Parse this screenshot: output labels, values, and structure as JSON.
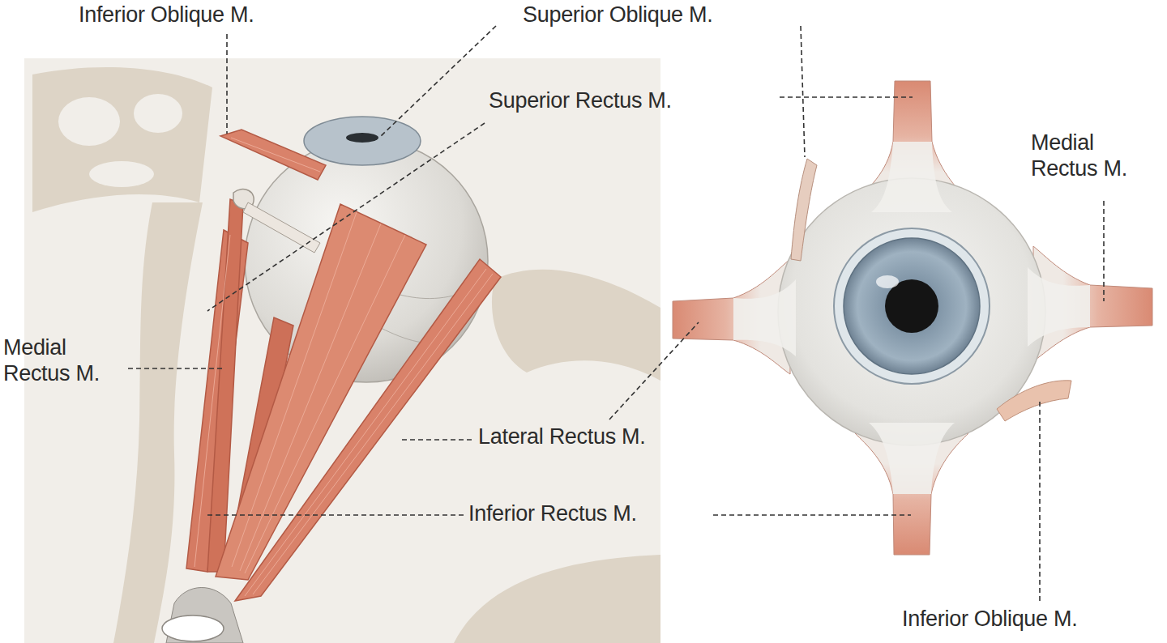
{
  "diagram": {
    "labels": [
      "Inferior Oblique M.",
      "Superior Oblique M.",
      "Superior Rectus M.",
      "Medial Rectus M.",
      "Medial Rectus M.",
      "Lateral Rectus M.",
      "Inferior Rectus M.",
      "Inferior Oblique M."
    ]
  }
}
